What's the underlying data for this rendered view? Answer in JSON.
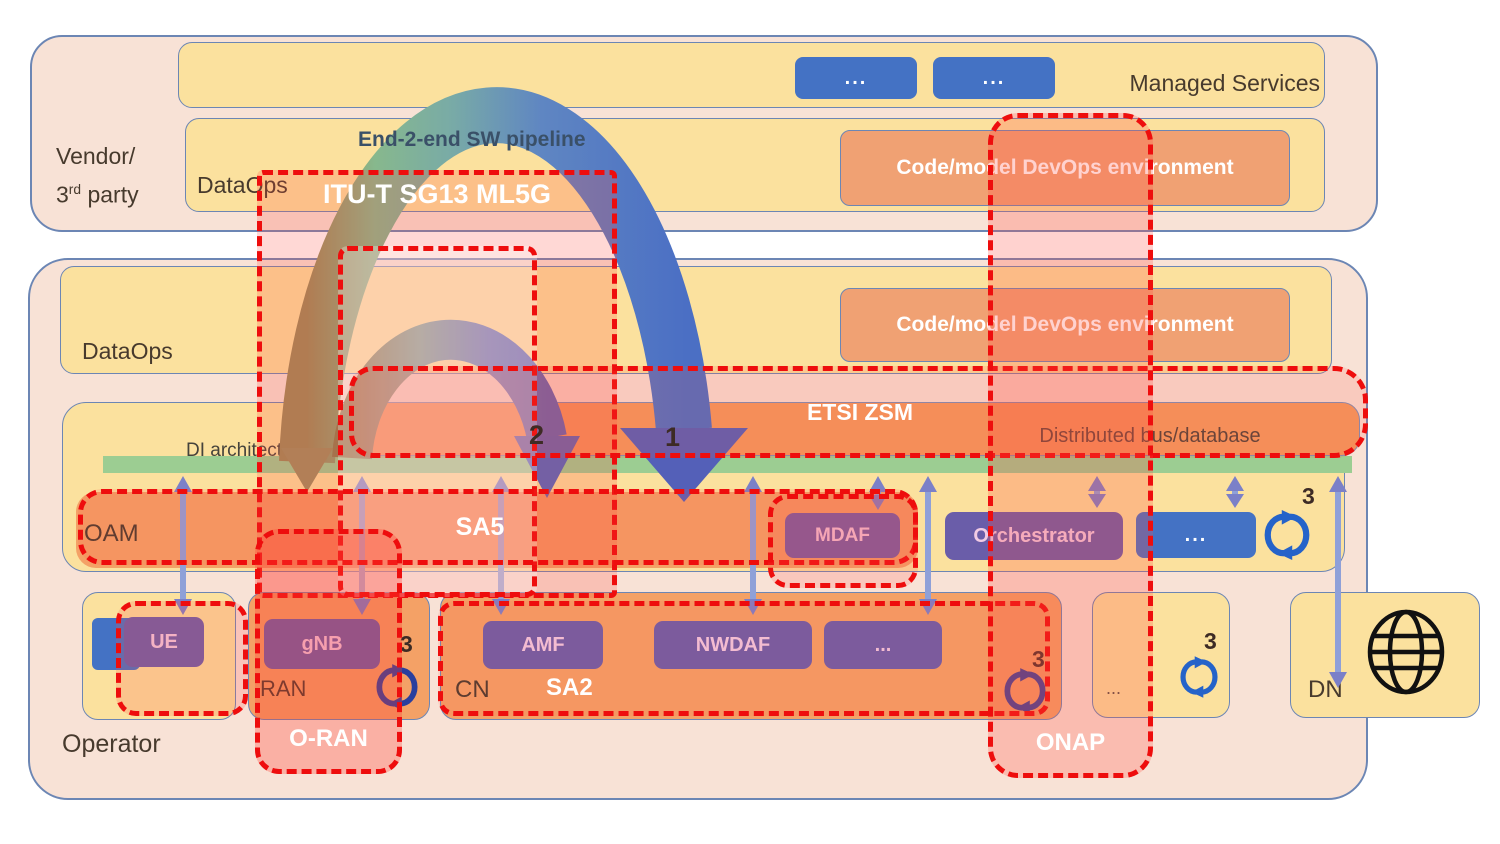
{
  "vendor": {
    "label_line1": "Vendor/",
    "party_num": "3",
    "party_sup": "rd",
    "party_rest": " party",
    "managed_services": "Managed Services",
    "dots_a": "...",
    "dots_b": "...",
    "dataops": "DataOps",
    "devops": "Code/model DevOps environment"
  },
  "pipeline": {
    "label": "End-2-end SW pipeline"
  },
  "operator": {
    "name": "Operator",
    "dataops": "DataOps",
    "devops": "Code/model DevOps environment",
    "bus": "Distributed bus/database",
    "di": "DI architecture",
    "oam": "OAM",
    "mdaf": "MDAF",
    "orchestrator": "Orchestrator",
    "oam_dots": "...",
    "ue": "UE",
    "gnb": "gNB",
    "ran": "RAN",
    "cn": "CN",
    "amf": "AMF",
    "nwdaf": "NWDAF",
    "cn_dots": "...",
    "misc_dots": "...",
    "dn": "DN"
  },
  "overlays": {
    "itut": "ITU-T SG13 ML5G",
    "etsi": "ETSI ZSM",
    "sa5": "SA5",
    "sa2": "SA2",
    "oran": "O-RAN",
    "onap": "ONAP"
  },
  "markers": {
    "one": "1",
    "two": "2",
    "three": "3"
  },
  "icons": {
    "sync": "circular-sync-arrows",
    "globe": "internet-globe"
  },
  "colors": {
    "peach": "#f8e2d6",
    "yellow": "#fbe19e",
    "orange": "#f4a166",
    "green": "#9ccd92",
    "accent_blue": "#4472c4",
    "purple": "#6a5da9",
    "border_blue": "#6c86b4",
    "overlay_red": "#ee0d0d"
  }
}
